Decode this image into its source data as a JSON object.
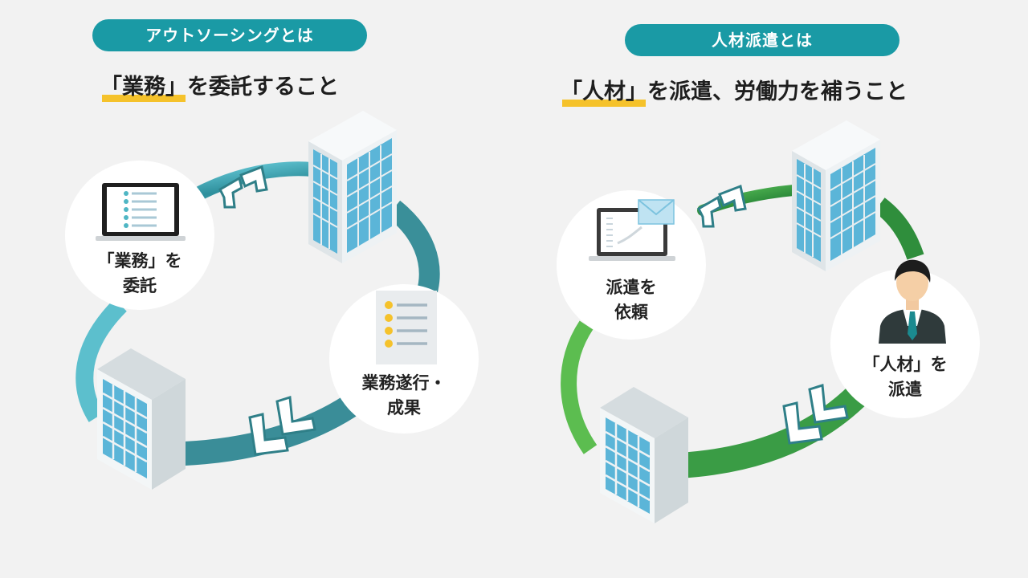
{
  "outsourcing": {
    "badge": "アウトソーシングとは",
    "headline_highlight": "「業務」",
    "headline_rest": "を委託すること",
    "step_request": [
      "「業務」を",
      "委託"
    ],
    "step_result": [
      "業務遂行・",
      "成果"
    ]
  },
  "dispatch": {
    "badge": "人材派遣とは",
    "headline_highlight": "「人材」",
    "headline_rest": "を派遣、労働力を補うこと",
    "step_request": [
      "派遣を",
      "依頼"
    ],
    "step_dispatch": [
      "「人材」を",
      "派遣"
    ]
  },
  "colors": {
    "badge": "#1a9aa5",
    "highlight": "#f5c22b",
    "outsourcing_ring": "#2f9aa6",
    "dispatch_ring": "#3a9c45",
    "building_glass": "#5bb5d8",
    "building_face": "#e9eef0"
  }
}
